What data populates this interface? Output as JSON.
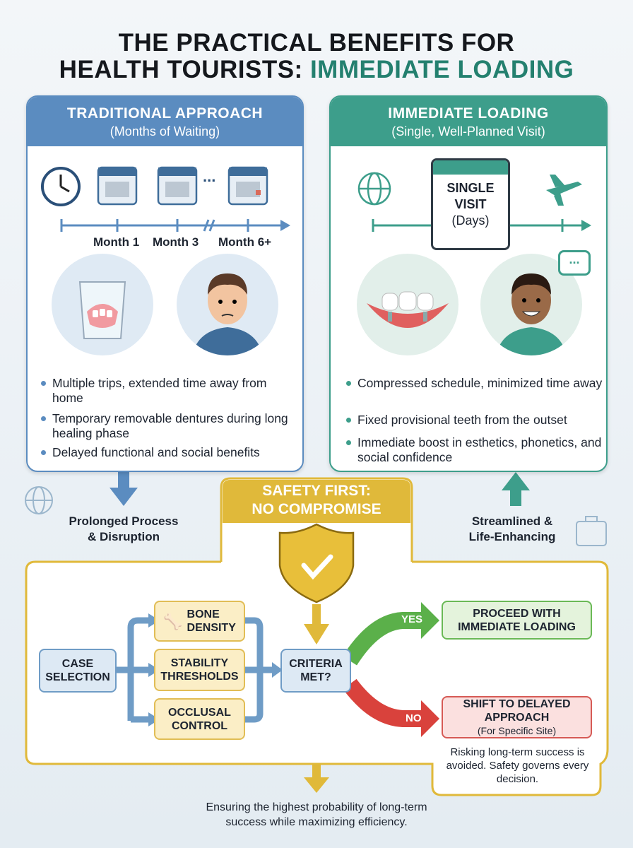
{
  "title": {
    "line1": "THE PRACTICAL BENEFITS FOR",
    "line2a": "HEALTH TOURISTS: ",
    "line2b": "IMMEDIATE LOADING"
  },
  "traditional": {
    "heading": "TRADITIONAL APPROACH",
    "subheading": "(Months of Waiting)",
    "ellipsis": "...",
    "months": [
      "Month 1",
      "Month 3",
      "Month 6+"
    ],
    "bullets": [
      "Multiple trips, extended time away from home",
      "Temporary removable dentures during long healing phase",
      "Delayed functional and social benefits"
    ],
    "outcome": [
      "Prolonged Process",
      "& Disruption"
    ]
  },
  "immediate": {
    "heading": "IMMEDIATE LOADING",
    "subheading": "(Single, Well-Planned Visit)",
    "calendar": [
      "SINGLE",
      "VISIT",
      "(Days)"
    ],
    "speech": "...",
    "bullets": [
      "Compressed schedule, minimized time away",
      "Fixed provisional teeth from the outset",
      "Immediate boost in esthetics, phonetics, and social confidence"
    ],
    "outcome": [
      "Streamlined &",
      "Life-Enhancing"
    ]
  },
  "safety": {
    "heading1": "SAFETY FIRST:",
    "heading2": "NO COMPROMISE"
  },
  "flow": {
    "case": [
      "CASE",
      "SELECTION"
    ],
    "bone": [
      "BONE",
      "DENSITY"
    ],
    "stability": [
      "STABILITY",
      "THRESHOLDS"
    ],
    "occlusal": [
      "OCCLUSAL",
      "CONTROL"
    ],
    "criteria": [
      "CRITERIA",
      "MET?"
    ],
    "yes": "YES",
    "no": "NO",
    "proceed": [
      "PROCEED WITH",
      "IMMEDIATE LOADING"
    ],
    "shift": [
      "SHIFT TO DELAYED",
      "APPROACH"
    ],
    "shift_note": "(For Specific Site)",
    "risk_note": "Risking long-term success is avoided. Safety governs every decision."
  },
  "footer": [
    "Ensuring the highest probability of long-term",
    "success while maximizing efficiency."
  ],
  "colors": {
    "blue": "#5b8cc0",
    "teal": "#3d9e8b",
    "gold": "#e0b93a",
    "green": "#5bb04a",
    "red": "#d9423c"
  }
}
